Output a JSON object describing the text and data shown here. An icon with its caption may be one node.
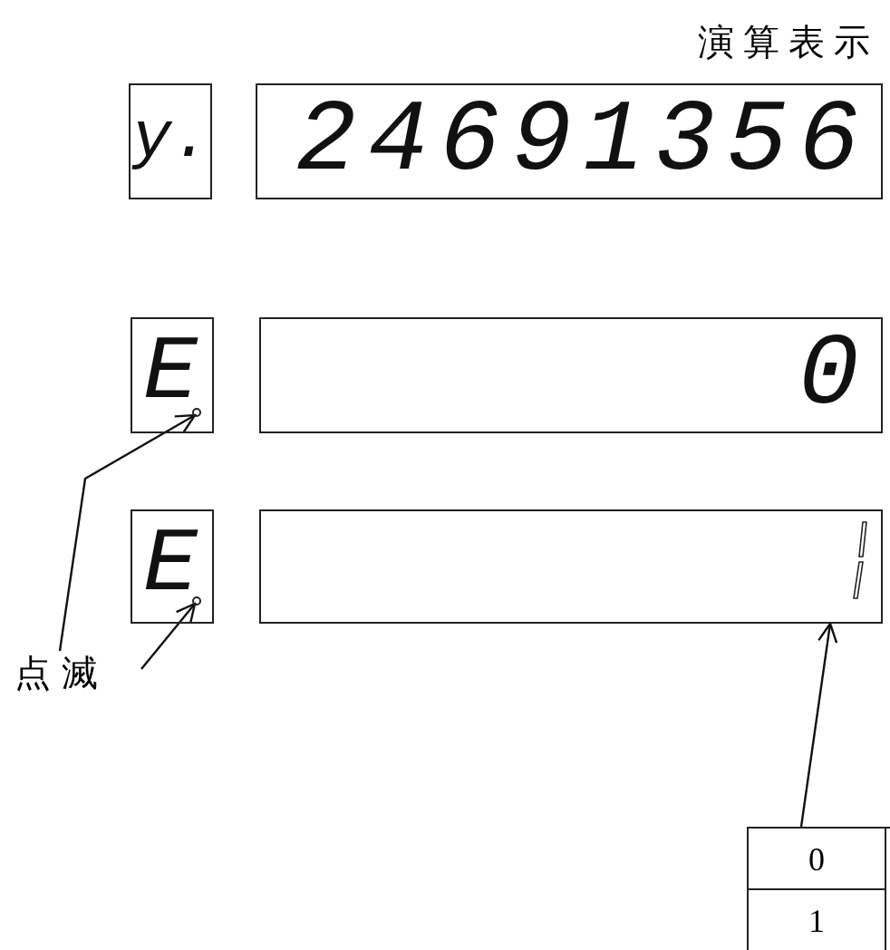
{
  "diagram": {
    "title": "演算表示",
    "nodes": [
      {
        "text": [
          "y."
        ]
      },
      {
        "text": [
          "24691356"
        ]
      },
      {
        "text": [
          "E"
        ]
      },
      {
        "text": [],
        "shape": "circle",
        "in": 2
      },
      {
        "text": [
          "0"
        ]
      },
      {
        "text": [
          "E"
        ]
      },
      {
        "text": [],
        "shape": "circle",
        "in": 5
      },
      {
        "text": [],
        "shape": "box"
      },
      {
        "text": [
          "点滅"
        ]
      },
      {
        "text": [
          "0",
          "1"
        ]
      }
    ],
    "edges": [
      {
        "from": 8,
        "to": 3,
        "arrow": "to"
      },
      {
        "from": 8,
        "to": 6,
        "arrow": "to"
      },
      {
        "from": 9,
        "to": 7,
        "arrow": "to"
      }
    ]
  }
}
